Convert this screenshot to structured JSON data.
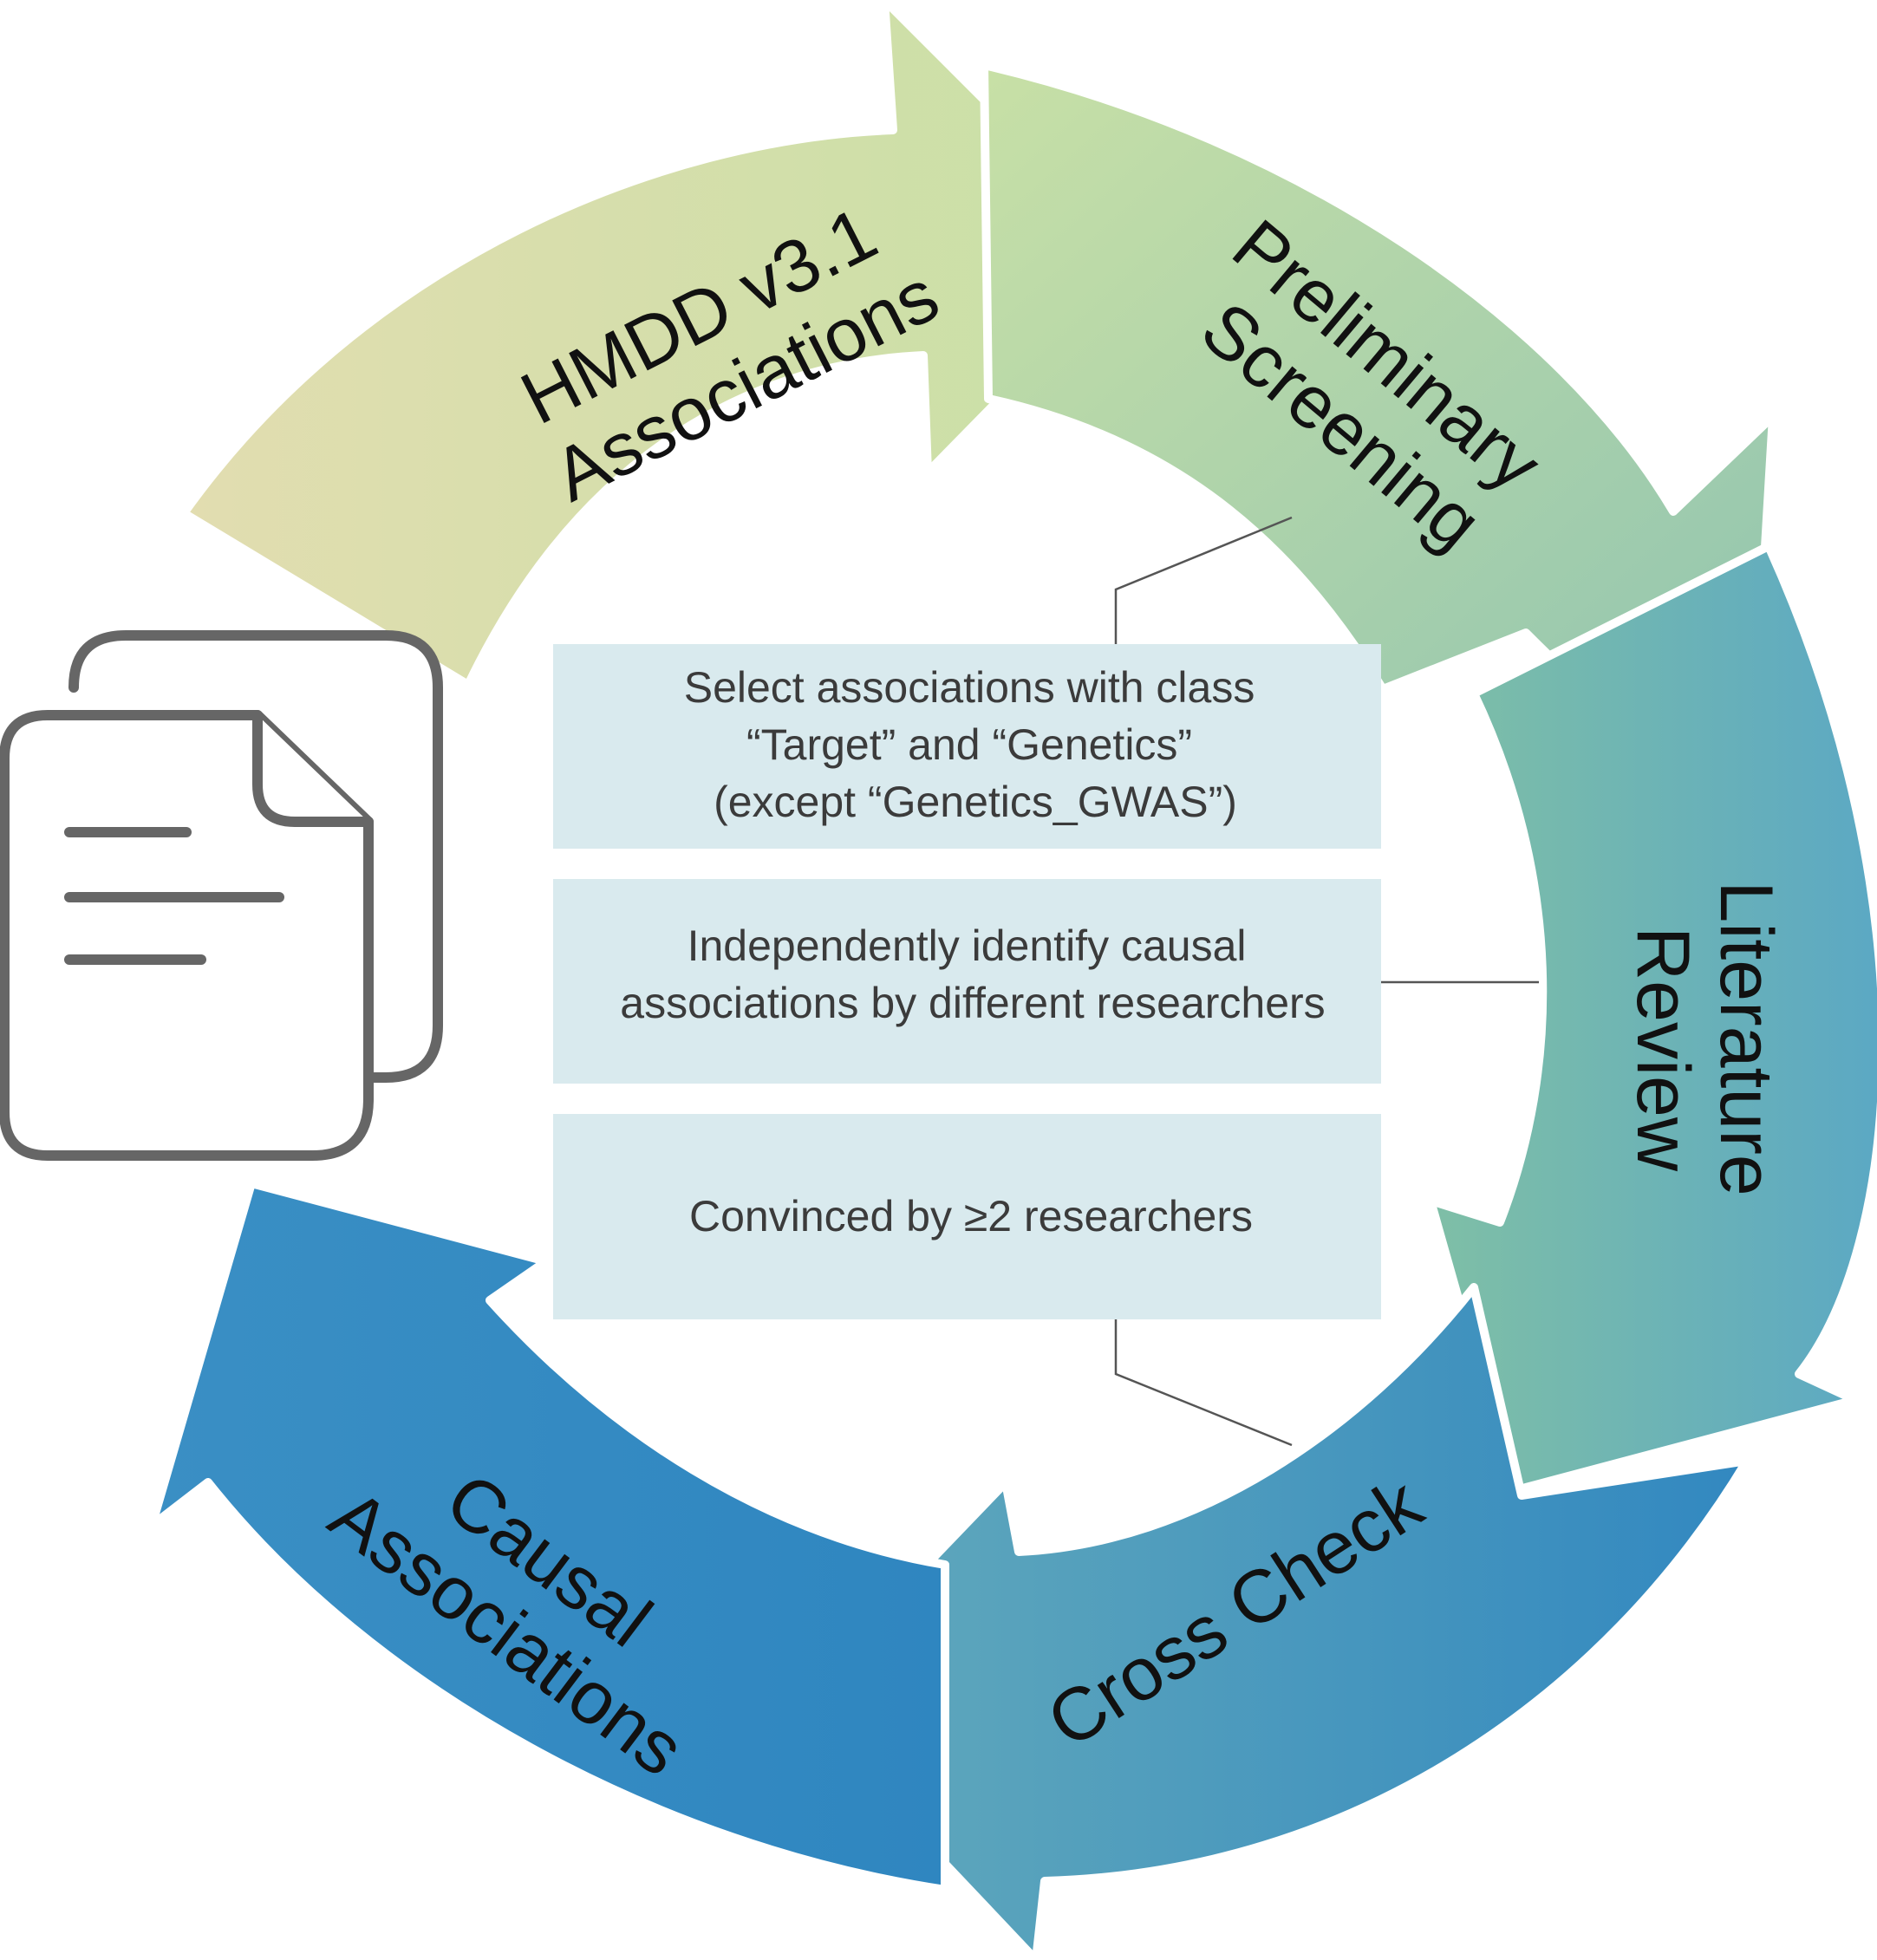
{
  "steps": [
    {
      "label_lines": [
        "HMDD v3.1",
        "Associations"
      ]
    },
    {
      "label_lines": [
        "Preliminary",
        "Screening"
      ]
    },
    {
      "label_lines": [
        "Literature",
        "Review"
      ]
    },
    {
      "label_lines": [
        "Cross Check"
      ]
    },
    {
      "label_lines": [
        "Causal",
        "Associations"
      ]
    }
  ],
  "boxes": [
    {
      "lines": [
        "Select associations with class",
        "“Target” and “Genetics”",
        "(except “Genetics_GWAS”)"
      ]
    },
    {
      "lines": [
        "Independently identify causal",
        "associations by different researchers"
      ]
    },
    {
      "lines": [
        "Convinced by ≥2 researchers"
      ]
    }
  ],
  "icon": "documents-icon",
  "colors": {
    "step1_start": "#e2ddb0",
    "step1_end": "#c8e0a6",
    "step2_start": "#c8e0a6",
    "step2_end": "#90c4b0",
    "step3_start": "#7fbfa6",
    "step3_end": "#5ba8c4",
    "step4_start": "#63aabb",
    "step4_end": "#3288c0",
    "step5_start": "#3a8fc4",
    "step5_end": "#2f86c0",
    "box_fill": "#d9eaee",
    "icon_stroke": "#666666",
    "connector": "#555555"
  }
}
